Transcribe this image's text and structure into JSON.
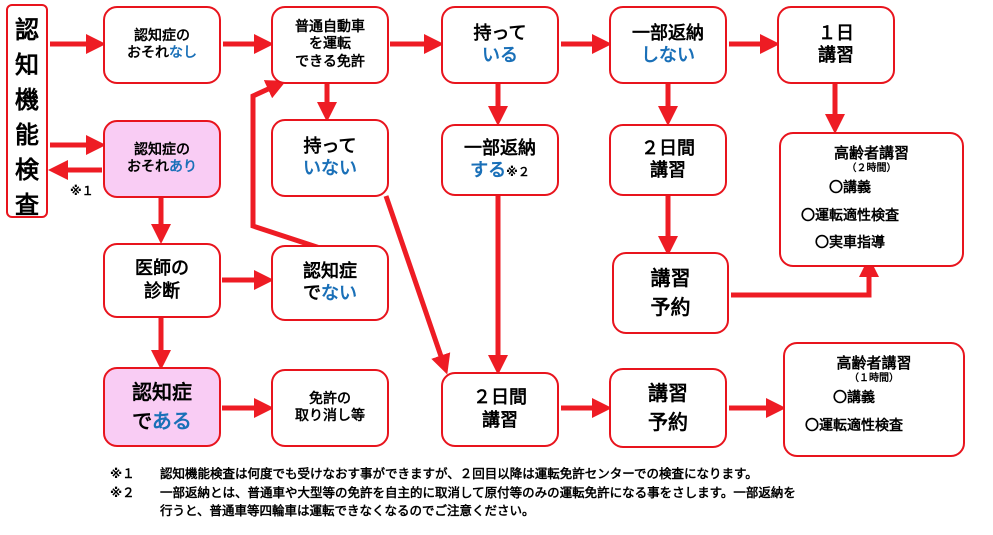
{
  "title_chars": [
    "認",
    "知",
    "機",
    "能",
    "検",
    "査"
  ],
  "boxes": {
    "no_risk": {
      "line1": "認知症の",
      "line2a": "おそれ",
      "line2b": "なし"
    },
    "risk": {
      "line1": "認知症の",
      "line2a": "おそれ",
      "line2b": "あり"
    },
    "risk_note": "※１",
    "license_q": {
      "line1": "普通自動車",
      "line2": "を運転",
      "line3": "できる免許"
    },
    "have": {
      "line1": "持って",
      "line2": "いる"
    },
    "not_have": {
      "line1": "持って",
      "line2": "いない"
    },
    "partial_no": {
      "line1": "一部返納",
      "line2": "しない"
    },
    "partial_yes": {
      "line1": "一部返納",
      "line2": "する",
      "note": "※２"
    },
    "one_day": {
      "line1": "１日",
      "line2": "講習"
    },
    "two_day_a": {
      "line1": "２日間",
      "line2": "講習"
    },
    "reserve_a": {
      "line1": "講習",
      "line2": "予約"
    },
    "elder_a": {
      "title": "高齢者講習",
      "hours": "（２時間）",
      "items": [
        "〇講義",
        "〇運転適性検査",
        "〇実車指導"
      ]
    },
    "doctor": {
      "line1": "医師の",
      "line2": "診断"
    },
    "not_dementia": {
      "line1": "認知症",
      "line2a": "で",
      "line2b": "ない"
    },
    "dementia": {
      "line1": "認知症",
      "line2a": "で",
      "line2b": "ある"
    },
    "revoke": {
      "line1": "免許の",
      "line2": "取り消し等"
    },
    "two_day_b": {
      "line1": "２日間",
      "line2": "講習"
    },
    "reserve_b": {
      "line1": "講習",
      "line2": "予約"
    },
    "elder_b": {
      "title": "高齢者講習",
      "hours": "（１時間）",
      "items": [
        "〇講義",
        "〇運転適性検査"
      ]
    }
  },
  "footnotes": {
    "n1_mark": "※１",
    "n1_text": "認知機能検査は何度でも受けなおす事ができますが、２回目以降は運転免許センターでの検査になります。",
    "n2_mark": "※２",
    "n2_text1": "一部返納とは、普通車や大型等の免許を自主的に取消して原付等のみの運転免許になる事をさします。一部返納を",
    "n2_text2": "行うと、普通車等四輪車は運転できなくなるのでご注意ください。"
  },
  "colors": {
    "arrow": "#ee1c24",
    "border": "#e8141d",
    "pink": "#f9ccf4",
    "emphasis": "#1a70b8"
  }
}
